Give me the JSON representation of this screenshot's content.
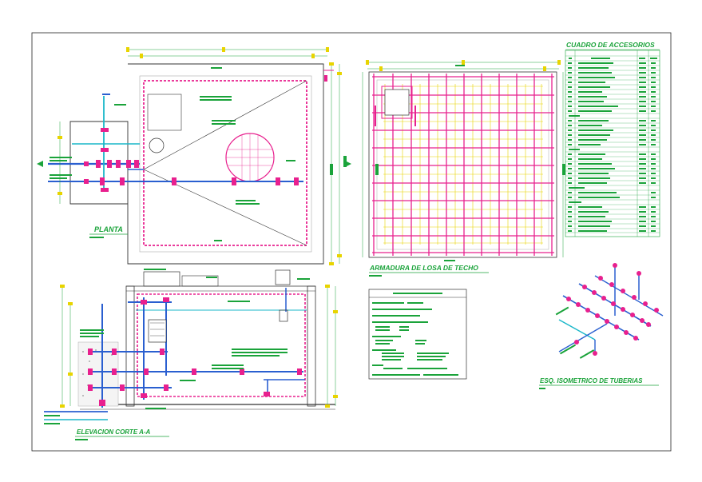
{
  "titles": {
    "plan": "PLANTA",
    "roof": "ARMADURA DE LOSA DE TECHO",
    "section": "ELEVACION CORTE A-A",
    "iso": "ESQ. ISOMETRICO DE TUBERIAS",
    "table": "CUADRO DE ACCESORIOS"
  },
  "colors": {
    "frame": "#222222",
    "green": "#1aa33a",
    "magenta": "#e8208e",
    "blue": "#2a5fd0",
    "cyan": "#19b7c9",
    "yellow": "#e8d400",
    "dark": "#333333"
  }
}
